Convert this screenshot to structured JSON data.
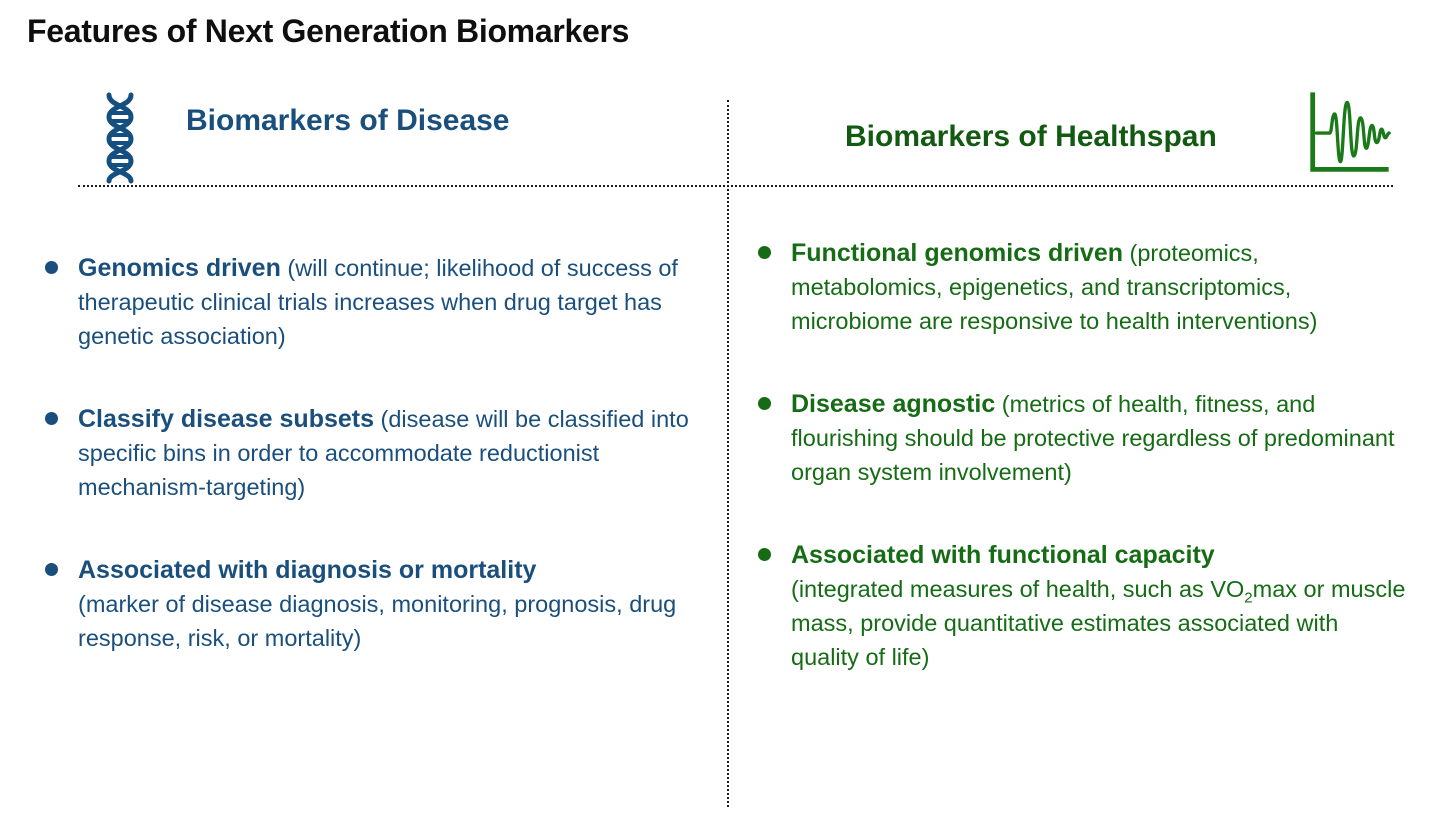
{
  "title": "Features of Next Generation Biomarkers",
  "colors": {
    "title": "#0f0f0f",
    "disease_blue": "#1a4f7d",
    "healthspan_green": "#156c15",
    "healthspan_header_green": "#125a12",
    "divider": "#1a1a1a",
    "background": "#ffffff"
  },
  "columns": {
    "disease": {
      "header": "Biomarkers of Disease",
      "icon": "dna-icon",
      "bullets": [
        {
          "lead": "Genomics driven",
          "desc": "(will continue; likelihood of success of therapeutic clinical trials increases when drug target has genetic association)"
        },
        {
          "lead": "Classify disease subsets",
          "desc": "(disease will be classified into specific bins in order to accommodate reductionist mechanism-targeting)"
        },
        {
          "lead": "Associated with diagnosis or mortality",
          "desc": "(marker of disease diagnosis, monitoring, prognosis, drug response, risk, or mortality)"
        }
      ]
    },
    "healthspan": {
      "header": "Biomarkers of Healthspan",
      "icon": "waveform-icon",
      "bullets": [
        {
          "lead": "Functional genomics driven",
          "desc": "(proteomics, metabolomics, epigenetics, and transcriptomics, microbiome are responsive to health interventions)"
        },
        {
          "lead": "Disease agnostic",
          "desc": "(metrics of health, fitness, and flourishing should be protective regardless of predominant organ system involvement)"
        },
        {
          "lead": "Associated with functional capacity",
          "desc_pre": "(integrated measures of health, such as VO",
          "desc_sub": "2",
          "desc_post": "max or muscle mass, provide quantitative estimates associated with quality of life)"
        }
      ]
    }
  }
}
